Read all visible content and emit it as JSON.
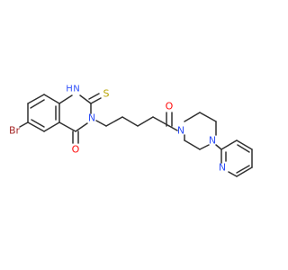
{
  "atoms": {
    "br": {
      "text": "Br"
    },
    "nh_n": {
      "text": "N"
    },
    "nh_h": {
      "text": "H"
    },
    "s": {
      "text": "S"
    },
    "n3": {
      "text": "N"
    },
    "o4": {
      "text": "O"
    },
    "o_amide": {
      "text": "O"
    },
    "n_pip1": {
      "text": "N"
    },
    "n_pip2": {
      "text": "N"
    },
    "n_pyr": {
      "text": "N"
    }
  },
  "colors": {
    "bond": "#303030",
    "carbon_text": "#303030",
    "nitrogen": "#3050F8",
    "oxygen": "#FF0D0D",
    "sulfur": "#B8A400",
    "bromine": "#A62929"
  }
}
